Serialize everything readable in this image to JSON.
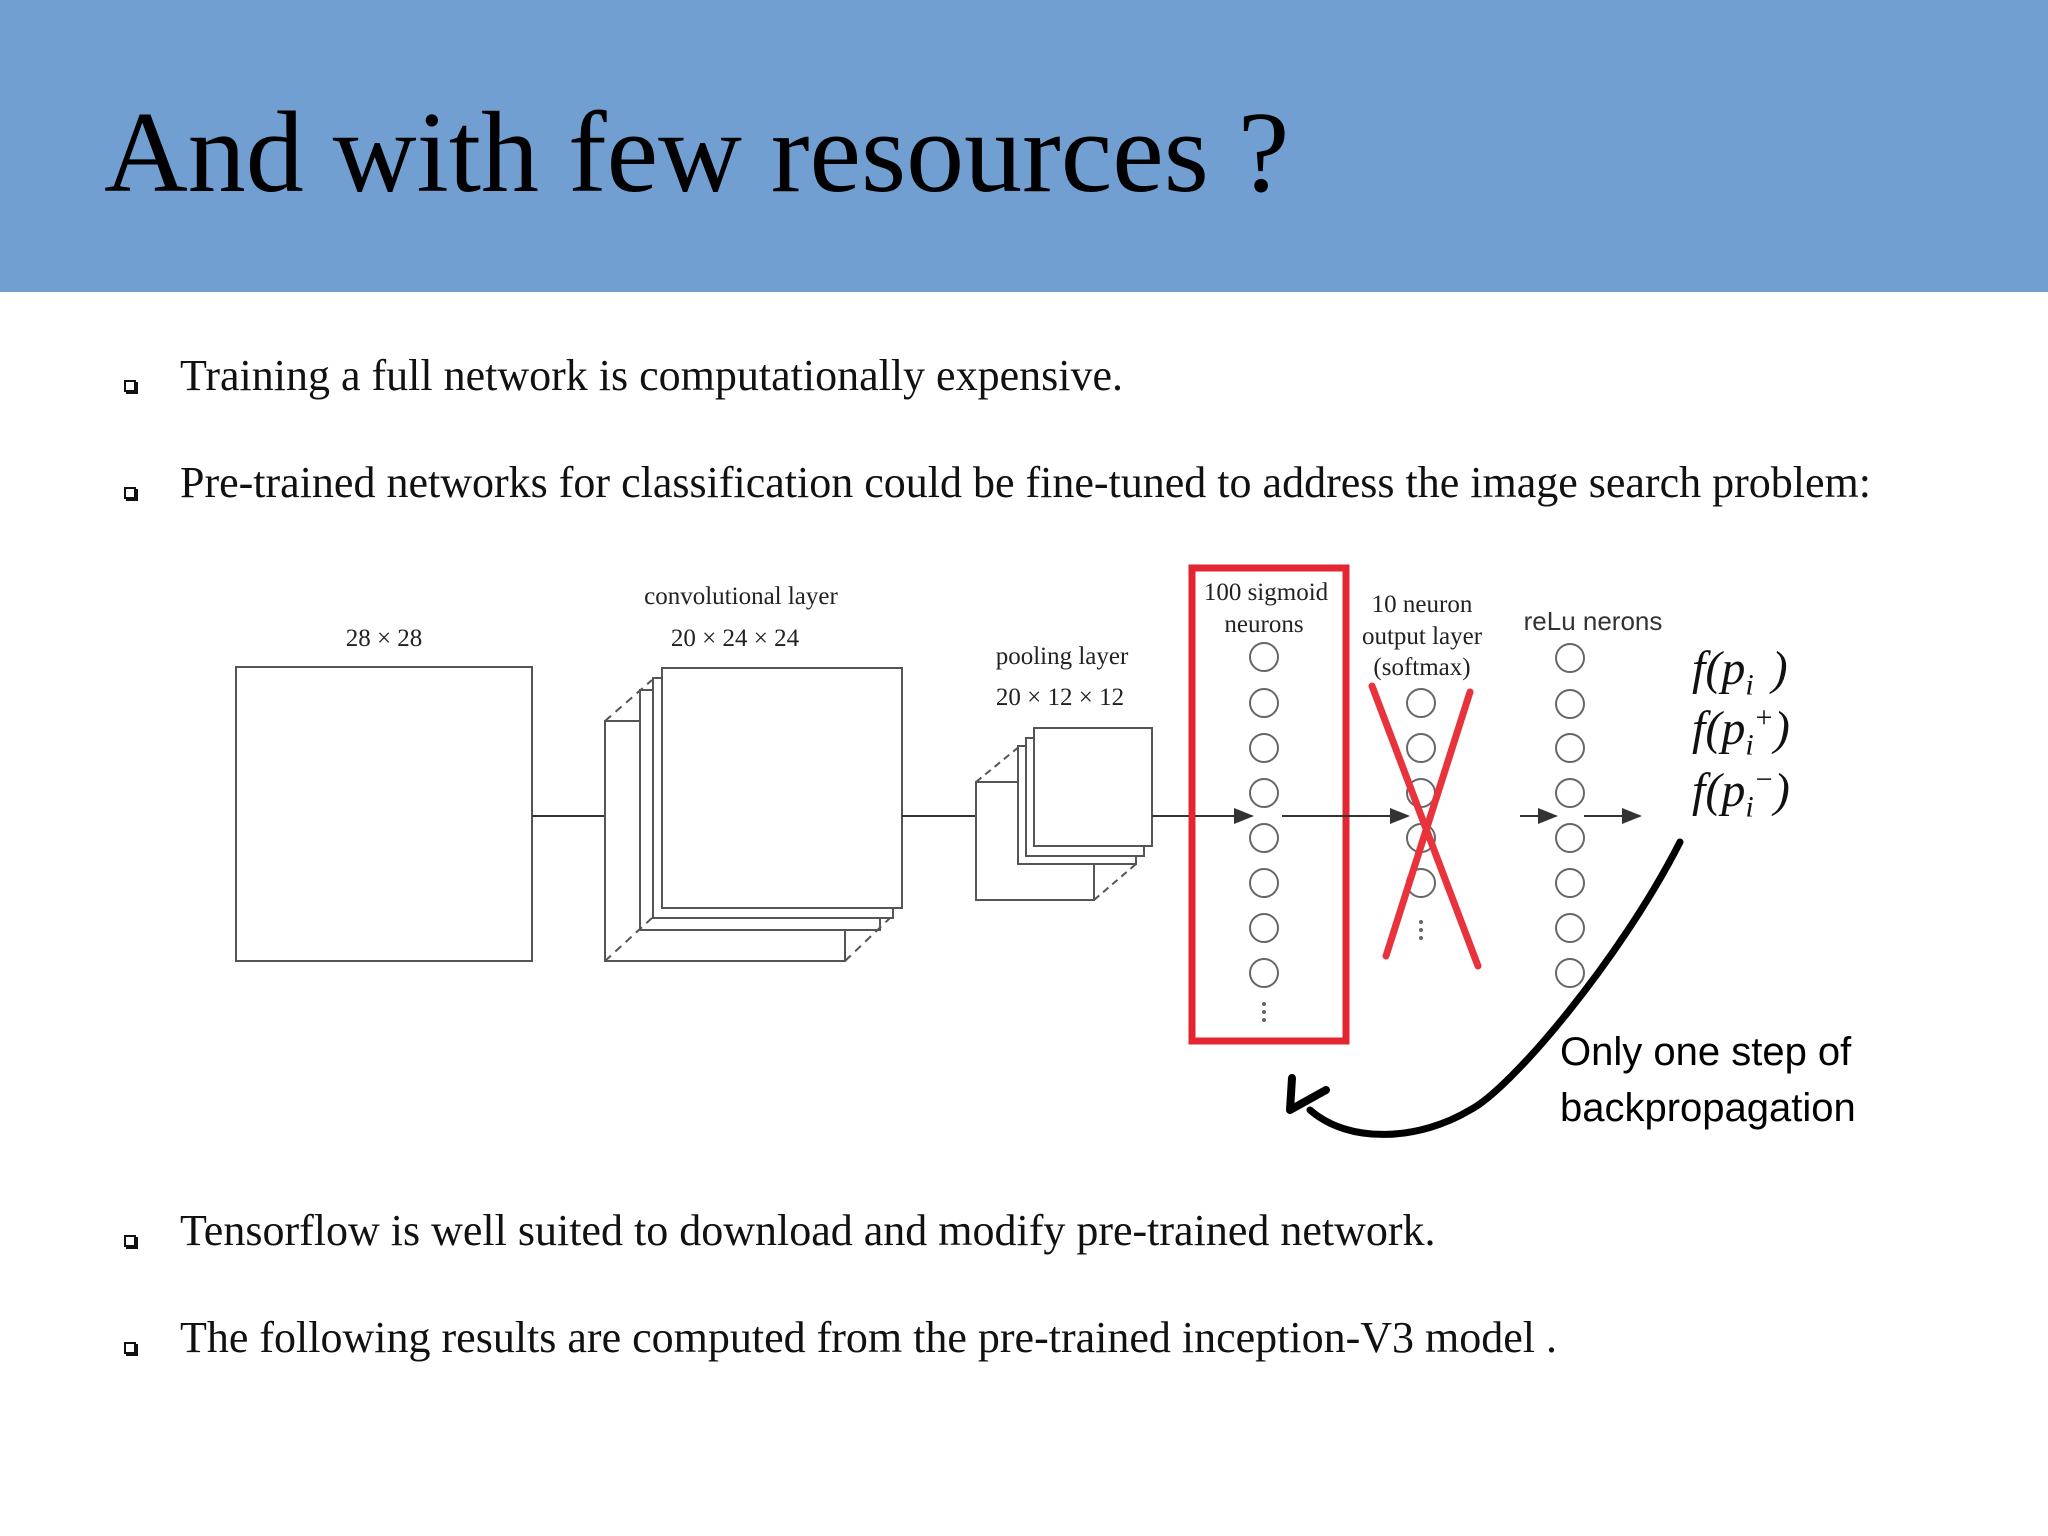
{
  "slide": {
    "title": "And with few resources ?",
    "bullets": [
      "Training a full network is computationally expensive.",
      "Pre-trained networks for classification could be fine-tuned to address the image search problem:",
      "Tensorflow is well suited to download and modify pre-trained network.",
      "The following results are computed from the pre-trained inception-V3 model ."
    ]
  },
  "diagram": {
    "input_label": "28 × 28",
    "conv_label_line1": "convolutional layer",
    "conv_label_line2": "20 × 24 × 24",
    "pool_label_line1": "pooling layer",
    "pool_label_line2": "20 × 12 × 12",
    "sigmoid_label_line1": "100 sigmoid",
    "sigmoid_label_line2": "neurons",
    "output_label_line1": "10 neuron",
    "output_label_line2": "output layer",
    "output_label_line3": "(softmax)",
    "relu_label": "reLu nerons",
    "formulas": [
      {
        "prefix": "f(p",
        "sub": "i",
        "sup": "",
        "suffix": ")"
      },
      {
        "prefix": "f(p",
        "sub": "i",
        "sup": "+",
        "suffix": ")"
      },
      {
        "prefix": "f(p",
        "sub": "i",
        "sup": "−",
        "suffix": ")"
      }
    ],
    "annotation_line1": "Only one step of",
    "annotation_line2": "backpropagation",
    "colors": {
      "highlight": "#e32631",
      "cross": "#e8333d",
      "arrow": "#000000",
      "title_band": "#729fd2"
    }
  }
}
